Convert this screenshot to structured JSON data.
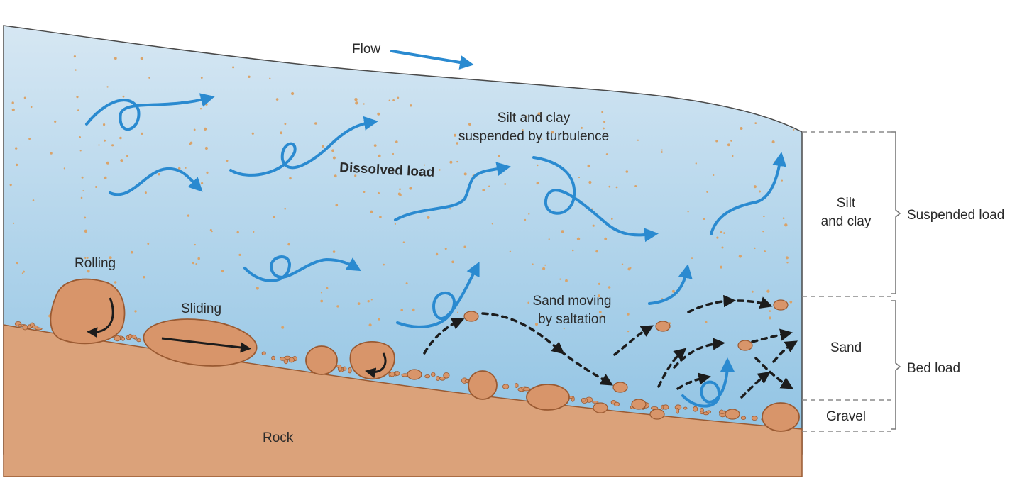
{
  "labels": {
    "flow": "Flow",
    "silt_clay_suspended": [
      "Silt and clay",
      "suspended by turbulence"
    ],
    "dissolved_load": "Dissolved load",
    "rolling": "Rolling",
    "sliding": "Sliding",
    "sand_saltation": [
      "Sand moving",
      "by saltation"
    ],
    "rock": "Rock"
  },
  "legend": {
    "silt_and_clay": [
      "Silt",
      "and clay"
    ],
    "sand": "Sand",
    "gravel": "Gravel",
    "suspended_load": "Suspended load",
    "bed_load": "Bed load"
  },
  "colors": {
    "water_top": "#d6e7f3",
    "water_bottom": "#8ec2e3",
    "arrow_blue": "#2a8ad0",
    "sediment": "#d8956a",
    "rock": "#dba27a",
    "rock_edge": "#9a5a32",
    "saltation_arrow": "#1c1c1c",
    "speck": "#d9a36a"
  }
}
